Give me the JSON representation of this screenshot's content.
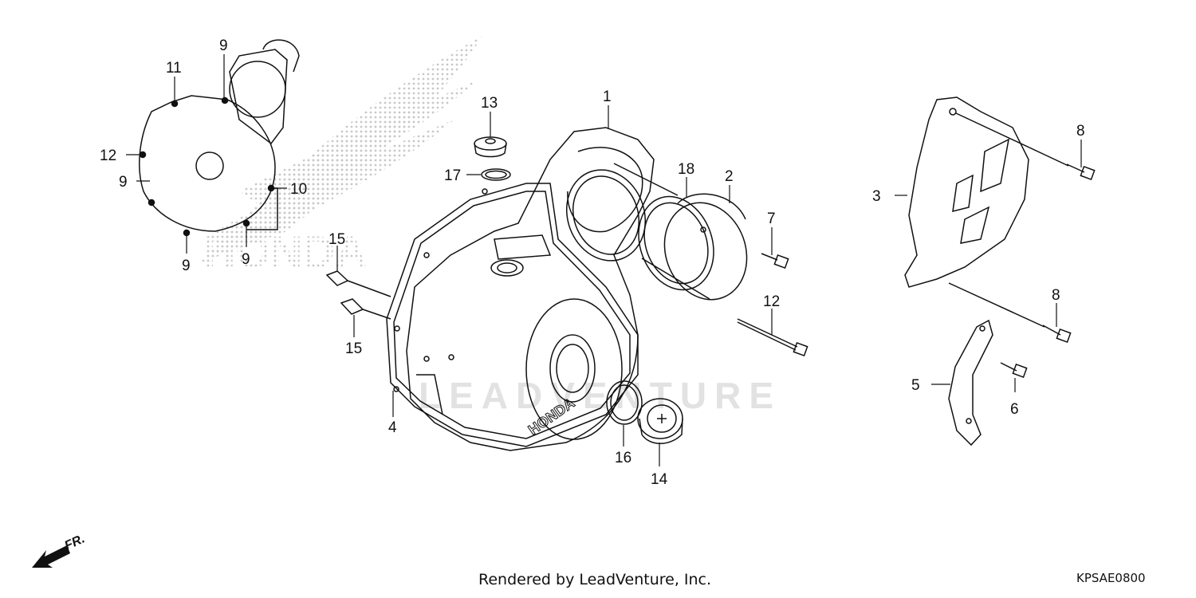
{
  "diagram": {
    "code": "KPSAE0800",
    "credit": "Rendered by LeadVenture, Inc.",
    "direction_mark": "FR.",
    "watermark_brand": "HONDA",
    "watermark_text": "LEADVENTURE",
    "cover_embossing": "HONDA",
    "colors": {
      "line": "#111111",
      "watermark": "#c8c8c8"
    },
    "callouts": [
      {
        "id": "c1",
        "text": "1"
      },
      {
        "id": "c2",
        "text": "2"
      },
      {
        "id": "c3",
        "text": "3"
      },
      {
        "id": "c4",
        "text": "4"
      },
      {
        "id": "c5",
        "text": "5"
      },
      {
        "id": "c6",
        "text": "6"
      },
      {
        "id": "c7",
        "text": "7"
      },
      {
        "id": "c8a",
        "text": "8"
      },
      {
        "id": "c8b",
        "text": "8"
      },
      {
        "id": "c9a",
        "text": "9"
      },
      {
        "id": "c9b",
        "text": "9"
      },
      {
        "id": "c9c",
        "text": "9"
      },
      {
        "id": "c9d",
        "text": "9"
      },
      {
        "id": "c10",
        "text": "10"
      },
      {
        "id": "c11",
        "text": "11"
      },
      {
        "id": "c12a",
        "text": "12"
      },
      {
        "id": "c12b",
        "text": "12"
      },
      {
        "id": "c13",
        "text": "13"
      },
      {
        "id": "c14",
        "text": "14"
      },
      {
        "id": "c15a",
        "text": "15"
      },
      {
        "id": "c15b",
        "text": "15"
      },
      {
        "id": "c16",
        "text": "16"
      },
      {
        "id": "c17",
        "text": "17"
      },
      {
        "id": "c18",
        "text": "18"
      }
    ]
  }
}
